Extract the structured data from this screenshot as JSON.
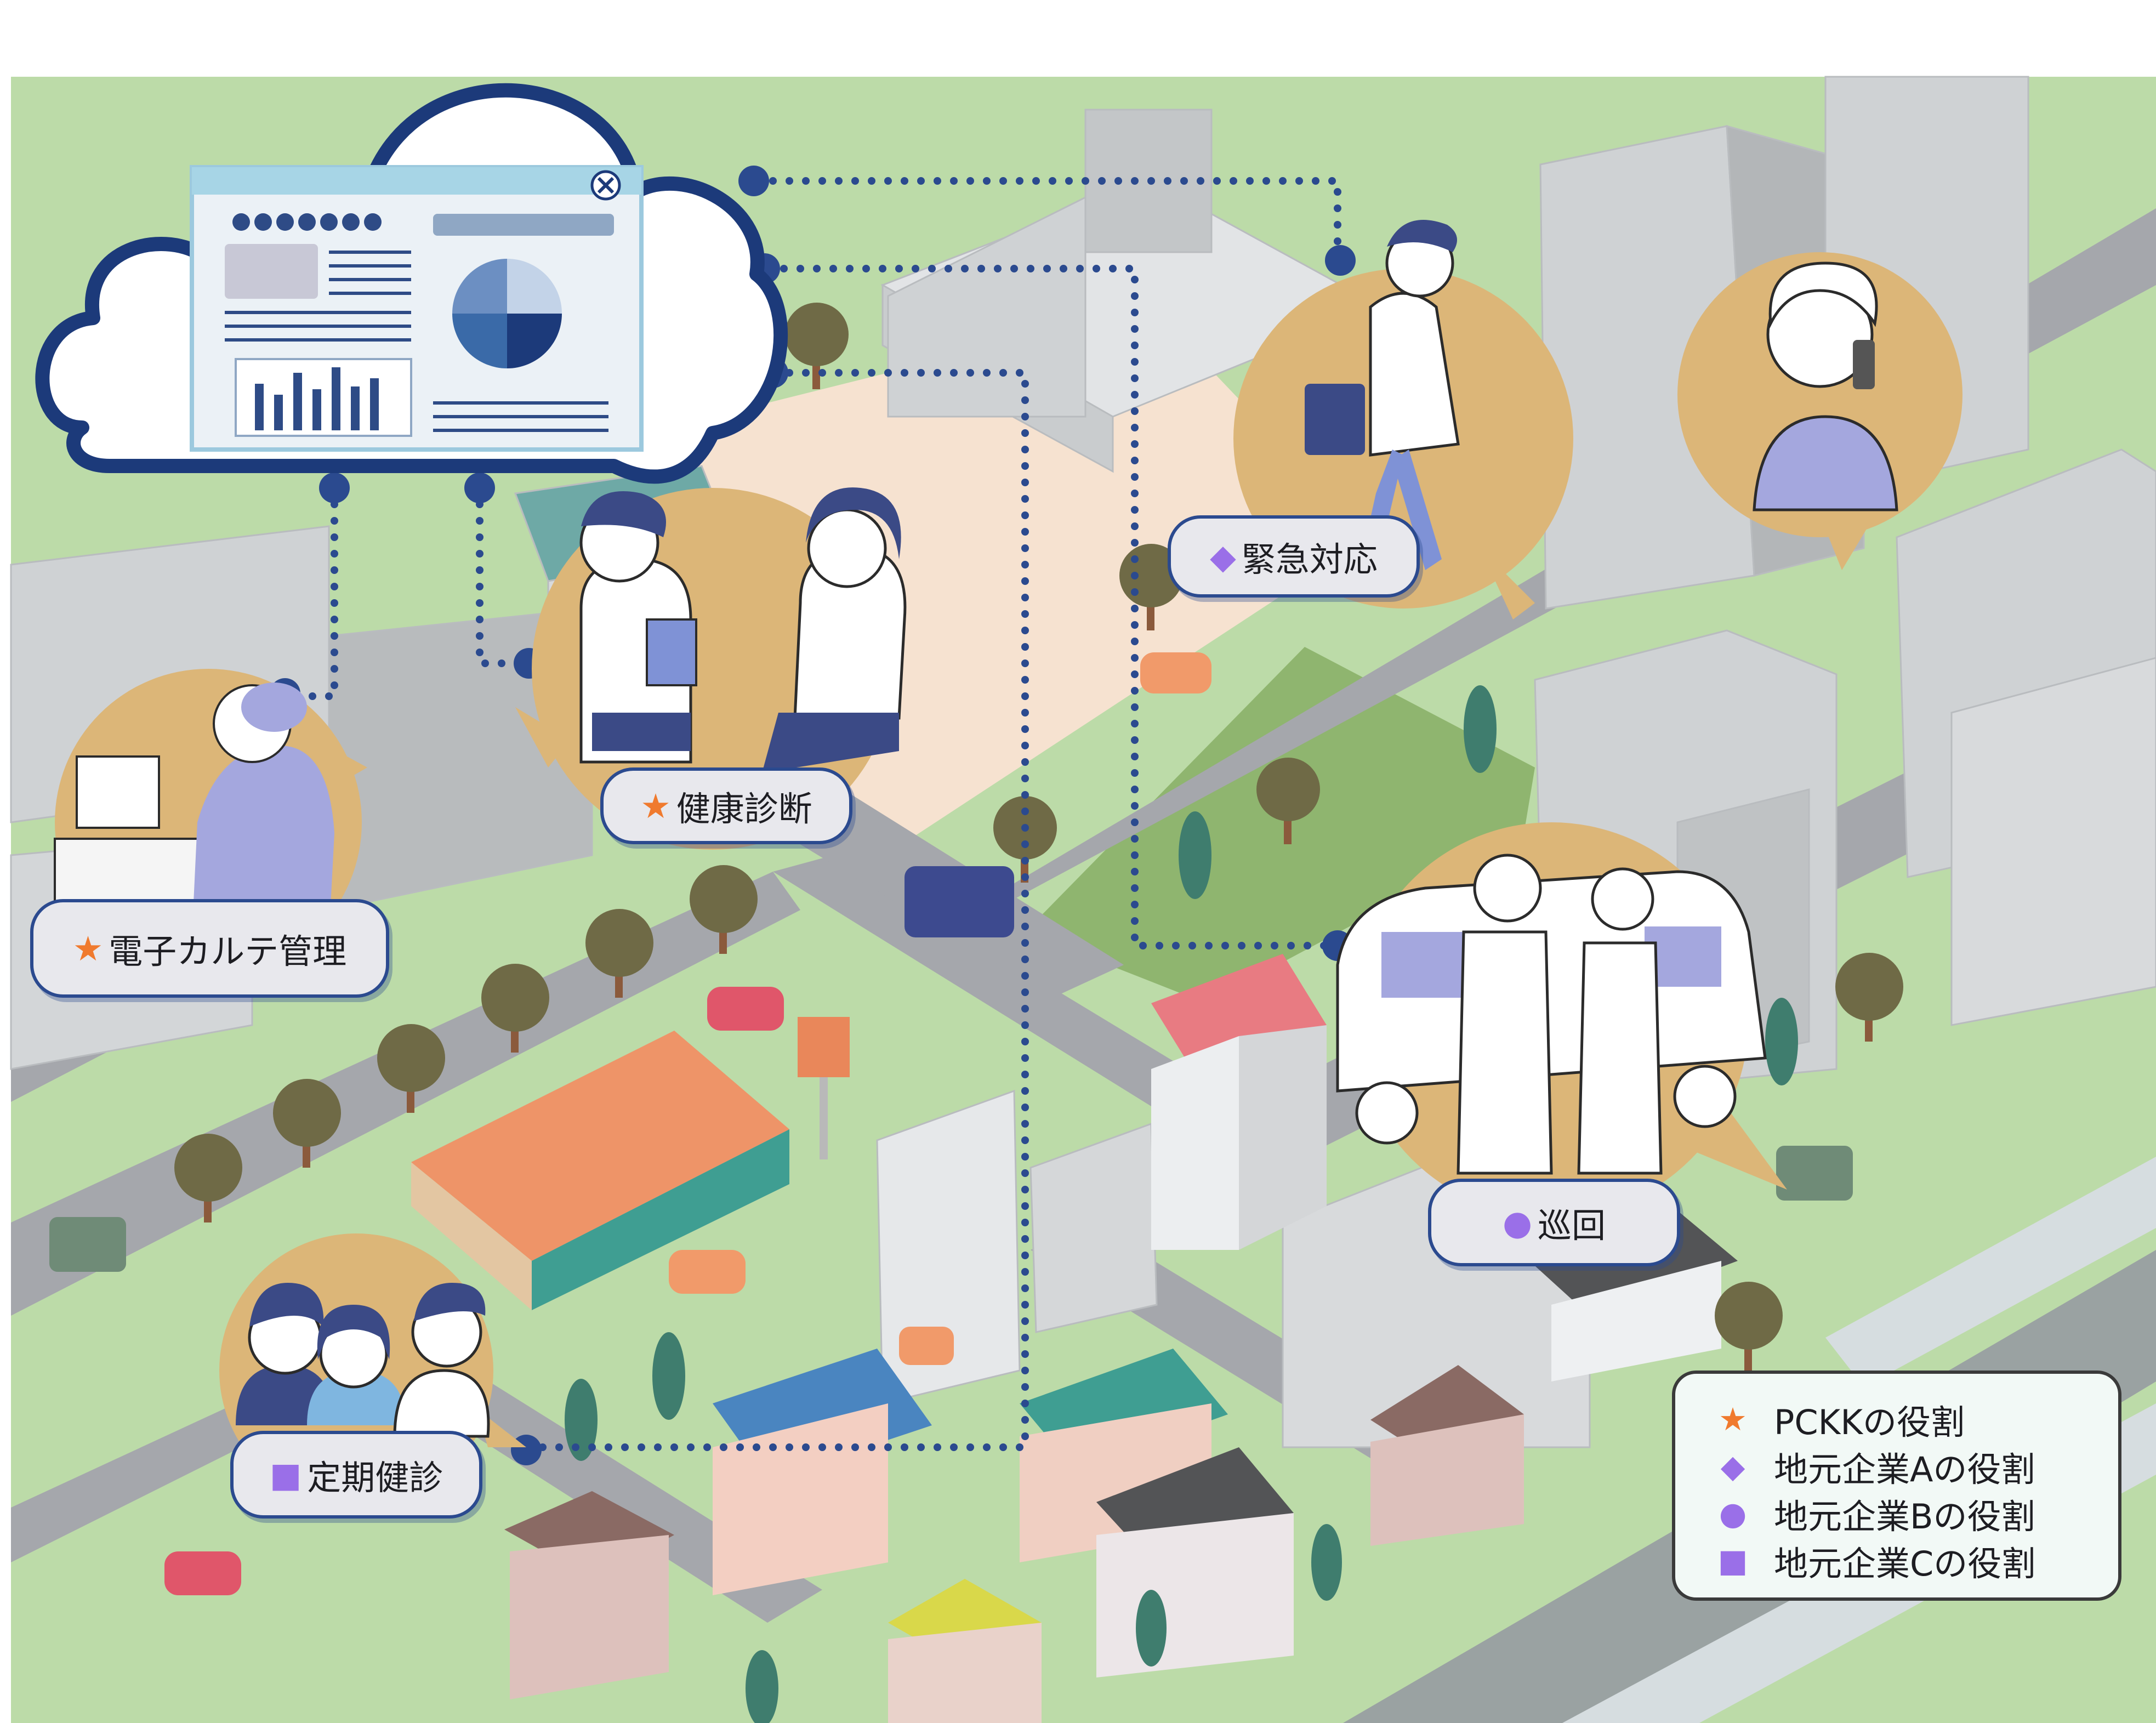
{
  "colors": {
    "ground": "#bcdba8",
    "road": "#a5a7ac",
    "plaza": "#f6e2d0",
    "park": "#8fb56f",
    "bubble": "#dcb678",
    "connector": "#2b4a8f",
    "cloud_outline": "#1c3a7a",
    "star": "#f07a2e",
    "diamond": "#9a6fe8",
    "circle": "#9a6fe8",
    "square": "#9a6fe8"
  },
  "icons": {
    "cloud": "cloud-icon",
    "close": "close-icon",
    "star": "star-icon",
    "diamond": "diamond-icon",
    "circle": "circle-icon",
    "square": "square-icon"
  },
  "services": {
    "ehr": {
      "marker": "★",
      "text": "電子カルテ管理"
    },
    "checkup": {
      "marker": "★",
      "text": "健康診断"
    },
    "emergency": {
      "marker": "◆",
      "text": "緊急対応"
    },
    "patrol": {
      "marker": "●",
      "text": "巡回"
    },
    "regular": {
      "marker": "■",
      "text": "定期健診"
    }
  },
  "legend": [
    {
      "marker": "★",
      "text": "PCKKの役割"
    },
    {
      "marker": "◆",
      "text": "地元企業Aの役割"
    },
    {
      "marker": "●",
      "text": "地元企業Bの役割"
    },
    {
      "marker": "■",
      "text": "地元企業Cの役割"
    }
  ]
}
